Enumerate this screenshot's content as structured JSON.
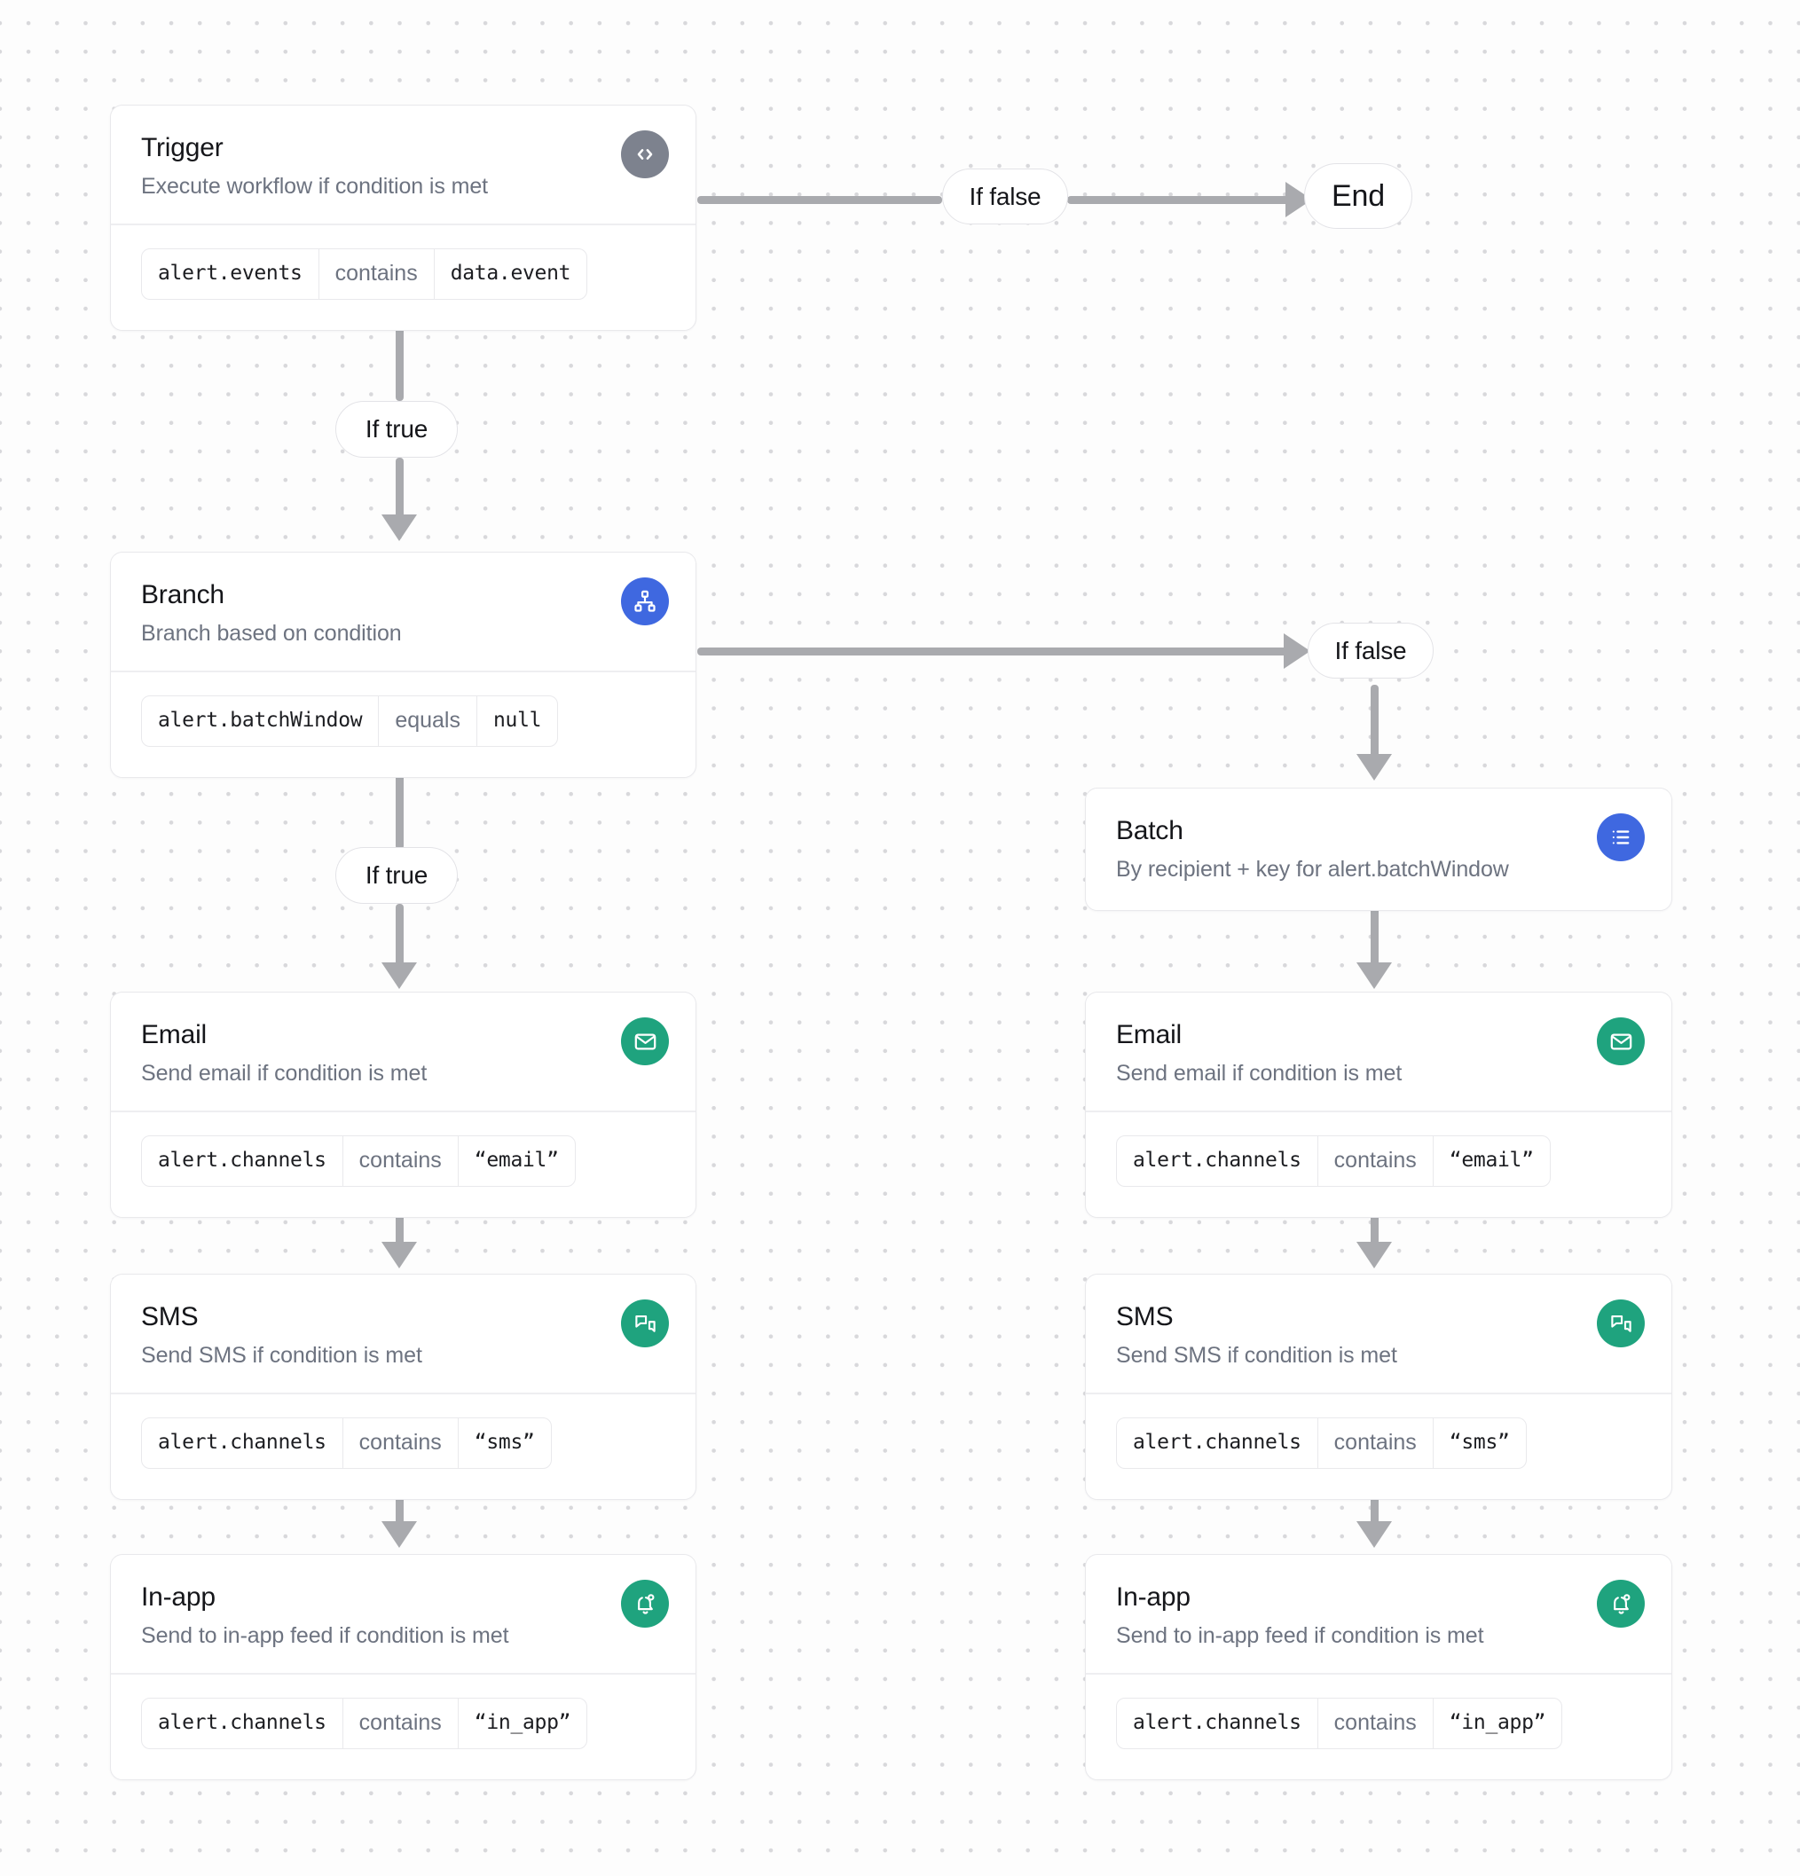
{
  "canvas": {
    "background": "#fdfdfd",
    "dot_color": "#d8d8db",
    "edge_color": "#a9aaae"
  },
  "colors": {
    "trigger_badge": "#7d828e",
    "branch_badge": "#3f68e0",
    "batch_badge": "#3f68e0",
    "channel_badge": "#1fa37e",
    "card_border": "#e9e9ec",
    "title_text": "#15161a",
    "subtitle_text": "#6d7380"
  },
  "nodes": {
    "trigger": {
      "title": "Trigger",
      "subtitle": "Execute workflow if condition is met",
      "icon": "code-brackets-icon",
      "condition": {
        "field": "alert.events",
        "operator": "contains",
        "value": "data.event"
      }
    },
    "branch": {
      "title": "Branch",
      "subtitle": "Branch based on condition",
      "icon": "sitemap-icon",
      "condition": {
        "field": "alert.batchWindow",
        "operator": "equals",
        "value": "null"
      }
    },
    "batch": {
      "title": "Batch",
      "subtitle": "By recipient + key for alert.batchWindow",
      "icon": "list-icon"
    },
    "email_left": {
      "title": "Email",
      "subtitle": "Send email if condition is met",
      "icon": "envelope-icon",
      "condition": {
        "field": "alert.channels",
        "operator": "contains",
        "value": "“email”"
      }
    },
    "sms_left": {
      "title": "SMS",
      "subtitle": "Send SMS if condition is met",
      "icon": "chat-bubbles-icon",
      "condition": {
        "field": "alert.channels",
        "operator": "contains",
        "value": "“sms”"
      }
    },
    "inapp_left": {
      "title": "In-app",
      "subtitle": "Send to in-app feed if condition is met",
      "icon": "bell-ring-icon",
      "condition": {
        "field": "alert.channels",
        "operator": "contains",
        "value": "“in_app”"
      }
    },
    "email_right": {
      "title": "Email",
      "subtitle": "Send email if condition is met",
      "icon": "envelope-icon",
      "condition": {
        "field": "alert.channels",
        "operator": "contains",
        "value": "“email”"
      }
    },
    "sms_right": {
      "title": "SMS",
      "subtitle": "Send SMS if condition is met",
      "icon": "chat-bubbles-icon",
      "condition": {
        "field": "alert.channels",
        "operator": "contains",
        "value": "“sms”"
      }
    },
    "inapp_right": {
      "title": "In-app",
      "subtitle": "Send to in-app feed if condition is met",
      "icon": "bell-ring-icon",
      "condition": {
        "field": "alert.channels",
        "operator": "contains",
        "value": "“in_app”"
      }
    }
  },
  "edge_labels": {
    "trigger_false": "If false",
    "trigger_true": "If true",
    "branch_false": "If false",
    "branch_true": "If true",
    "end": "End"
  }
}
